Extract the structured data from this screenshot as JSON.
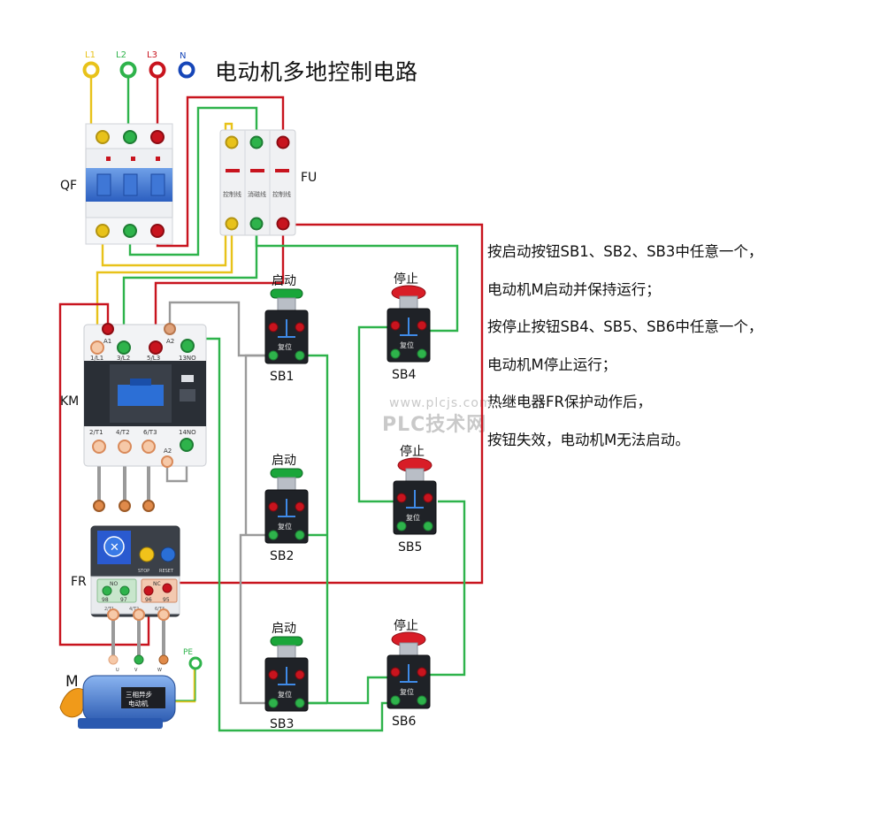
{
  "title": "电动机多地控制电路",
  "description_lines": [
    "按启动按钮SB1、SB2、SB3中任意一个，",
    "电动机M启动并保持运行；",
    "按停止按钮SB4、SB5、SB6中任意一个，",
    "电动机M停止运行；",
    "热继电器FR保护动作后，",
    "按钮失效，电动机M无法启动。"
  ],
  "watermark": {
    "url": "www.plcjs.com",
    "brand": "PLC技术网"
  },
  "terminals": {
    "L1": "L1",
    "L2": "L2",
    "L3": "L3",
    "N": "N",
    "PE": "PE"
  },
  "devices": {
    "QF": "QF",
    "FU": "FU",
    "KM": "KM",
    "FR": "FR",
    "M": "M"
  },
  "fuse_labels": [
    "控制线",
    "消磁线",
    "控制线"
  ],
  "contactor_terms_top": [
    "A1",
    "1/L1",
    "3/L2",
    "5/L3",
    "A2",
    "13NO"
  ],
  "contactor_terms_bottom": [
    "2/T1",
    "4/T2",
    "6/T3",
    "14NO",
    "A2"
  ],
  "relay_terms": {
    "no": "NO",
    "nc": "NC",
    "n98": "98",
    "n97": "97",
    "n96": "96",
    "n95": "95",
    "t1": "2/T1",
    "t2": "4/T2",
    "t3": "6/T3",
    "stop": "STOP",
    "reset": "RESET"
  },
  "motor_label": [
    "三相异步",
    "电动机"
  ],
  "motor_terms": [
    "U",
    "V",
    "W"
  ],
  "buttons": [
    {
      "id": "SB1",
      "caption": "启动",
      "type": "start"
    },
    {
      "id": "SB2",
      "caption": "启动",
      "type": "start"
    },
    {
      "id": "SB3",
      "caption": "启动",
      "type": "start"
    },
    {
      "id": "SB4",
      "caption": "停止",
      "type": "stop"
    },
    {
      "id": "SB5",
      "caption": "停止",
      "type": "stop"
    },
    {
      "id": "SB6",
      "caption": "停止",
      "type": "stop"
    }
  ],
  "button_face": "复位",
  "colors": {
    "L1": "#e8c21a",
    "L2": "#2eb34b",
    "L3": "#c8141e",
    "N": "#1646b8",
    "wire_gray": "#9a9a9a",
    "start": "#1aa63a",
    "stop": "#d81d27"
  }
}
